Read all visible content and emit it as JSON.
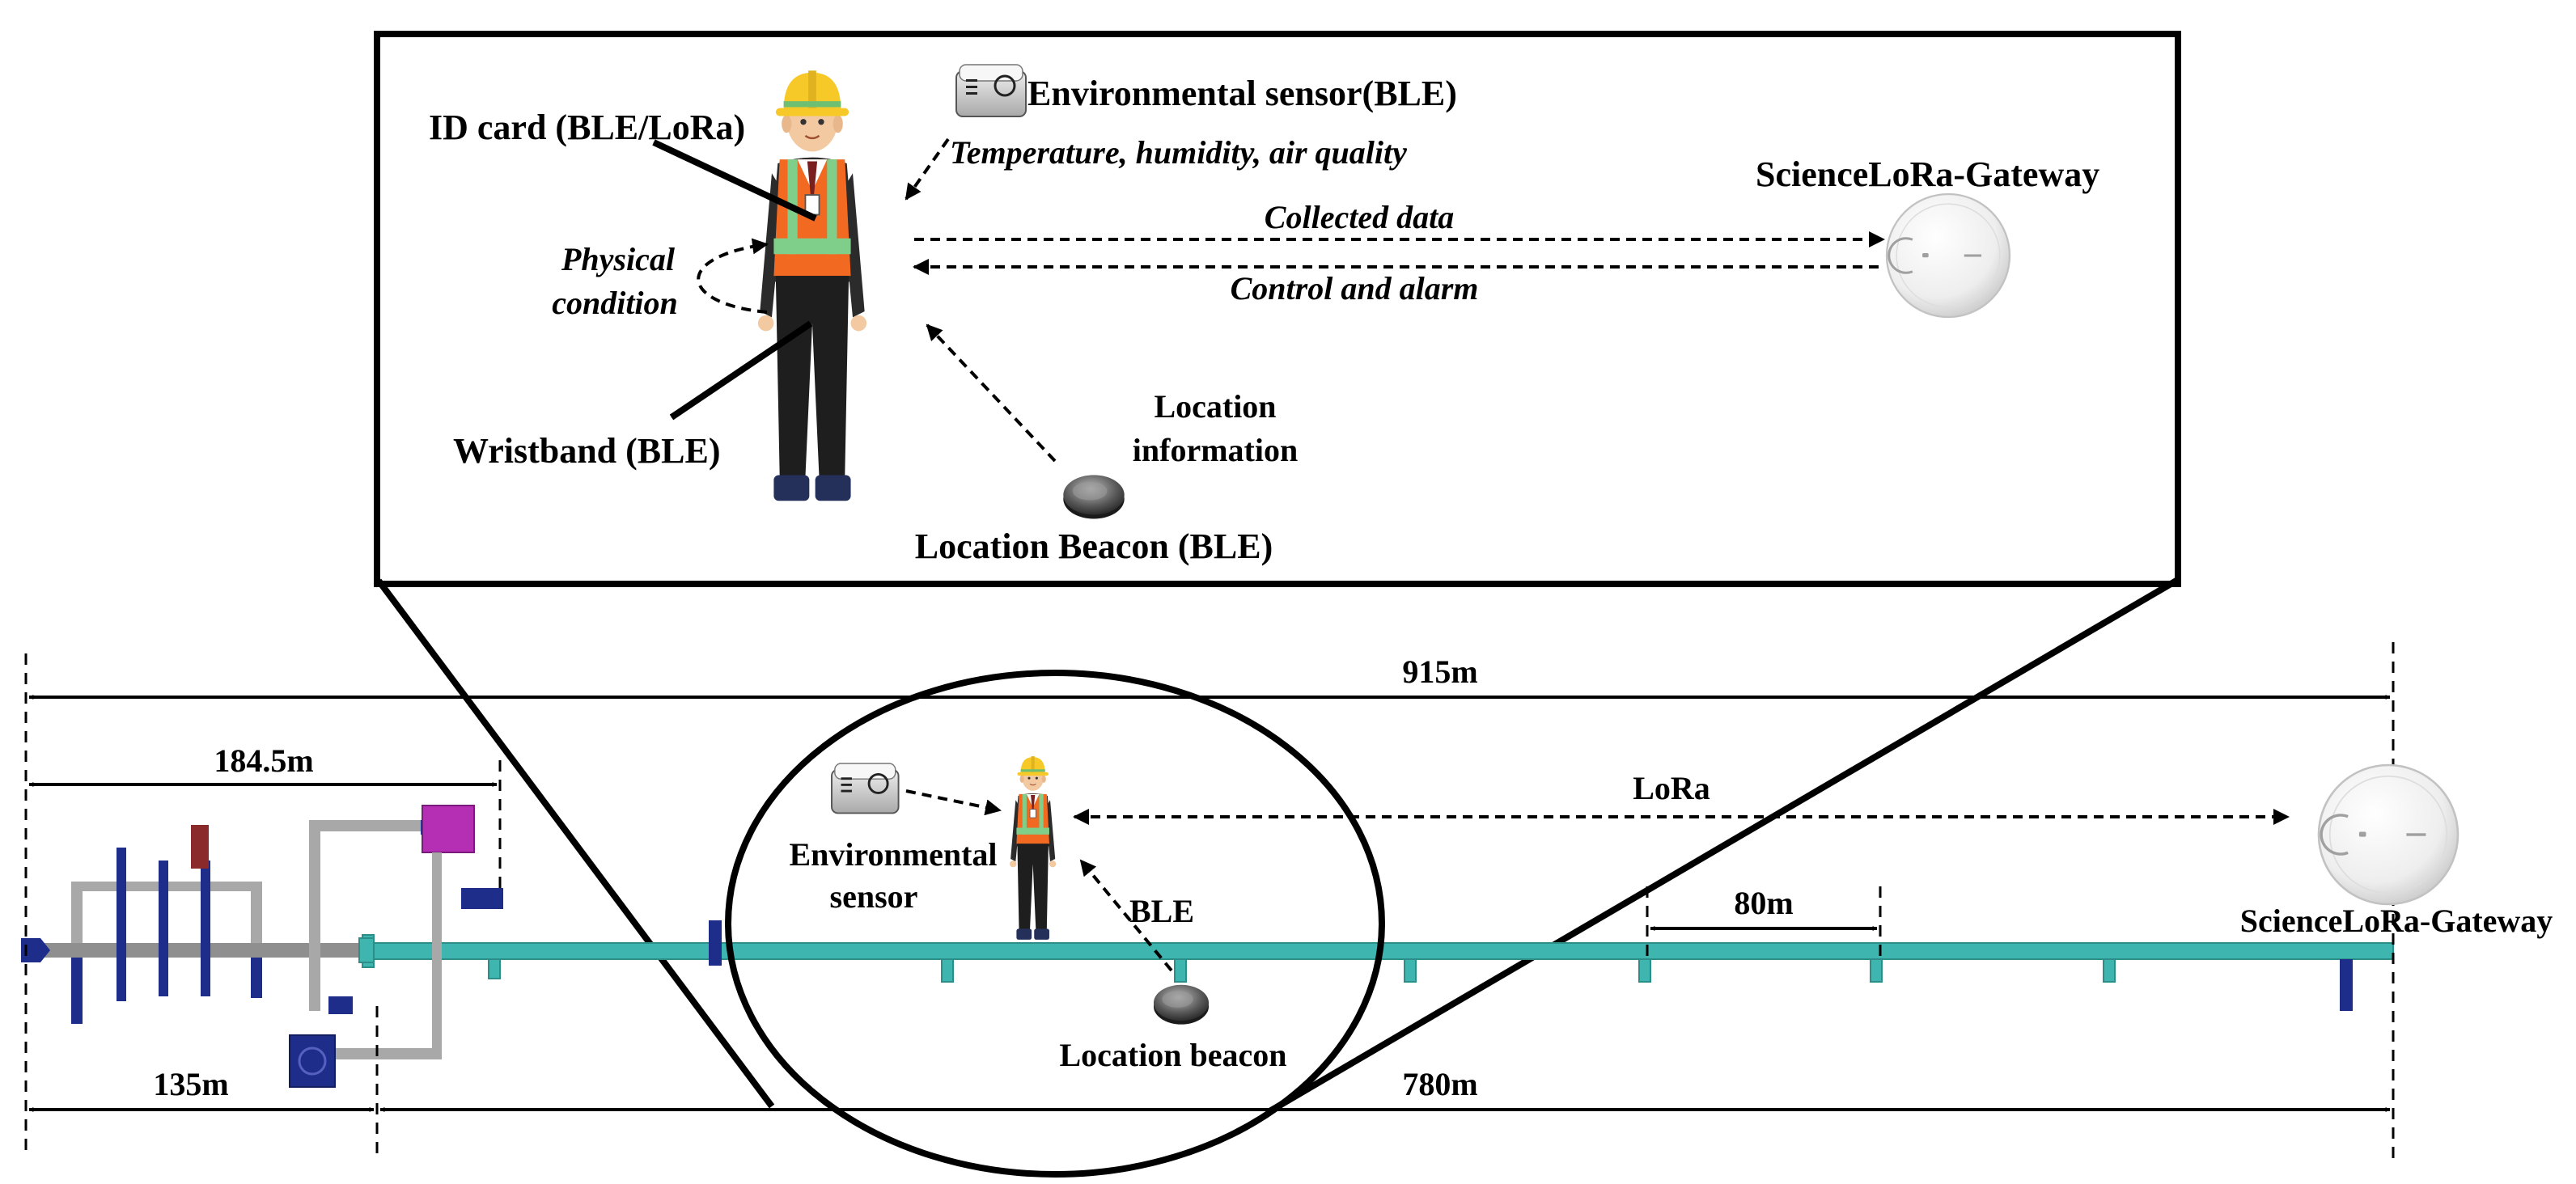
{
  "inset": {
    "id_card_label": "ID card (BLE/LoRa)",
    "env_sensor_label": "Environmental sensor(BLE)",
    "env_sensor_caption": "Temperature, humidity, air quality",
    "gateway_label": "ScienceLoRa-Gateway",
    "collected_data_label": "Collected data",
    "control_alarm_label": "Control and alarm",
    "physical_condition_line1": "Physical",
    "physical_condition_line2": "condition",
    "wristband_label": "Wristband (BLE)",
    "location_info_line1": "Location",
    "location_info_line2": "information",
    "location_beacon_label": "Location Beacon (BLE)"
  },
  "tunnel": {
    "total_length": "915m",
    "section_a_length": "184.5m",
    "lora_label": "LoRa",
    "spacing_label": "80m",
    "env_sensor_line1": "Environmental",
    "env_sensor_line2": "sensor",
    "ble_label": "BLE",
    "gateway_label": "ScienceLoRa-Gateway",
    "location_beacon_label": "Location beacon",
    "section_b_length": "135m",
    "section_c_length": "780m"
  },
  "colors": {
    "pipe_teal": "#3fb5b0",
    "pipe_navy": "#1f2d8a",
    "pipe_grey": "#a8a8a8",
    "valve_magenta": "#b42fb4",
    "vest_orange": "#f26a22",
    "helmet_yellow": "#f6c928",
    "reflective_green": "#7fcf8a"
  }
}
